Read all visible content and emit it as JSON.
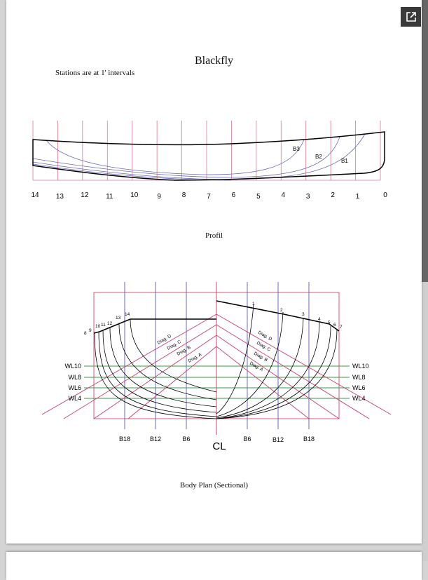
{
  "document": {
    "title": "Blackfly",
    "note": "Stations are at 1' intervals",
    "profile_caption": "Profil",
    "bodyplan_caption": "Body Plan (Sectional)"
  },
  "profile": {
    "stations": [
      "14",
      "13",
      "12",
      "11",
      "10",
      "9",
      "8",
      "7",
      "6",
      "5",
      "4",
      "3",
      "2",
      "1",
      "0"
    ],
    "buttocks": [
      "B3",
      "B2",
      "B1"
    ]
  },
  "bodyplan": {
    "left_stations": [
      "8",
      "9",
      "10",
      "11",
      "12",
      "13",
      "14"
    ],
    "right_stations": [
      "1",
      "2",
      "3",
      "4",
      "5",
      "6",
      "7"
    ],
    "waterlines": [
      "WL10",
      "WL8",
      "WL6",
      "WL4"
    ],
    "diagonals": [
      "Diag. D",
      "Diag. C",
      "Diag. B",
      "Diag. A"
    ],
    "buttocks_left": [
      "B18",
      "B12",
      "B6"
    ],
    "buttocks_right": [
      "B6",
      "B12",
      "B18"
    ],
    "centerline": "CL"
  },
  "viewer": {
    "popout_icon": "external-link-icon"
  },
  "colors": {
    "station": "#d04a6a",
    "buttock": "#5050b0",
    "waterline": "#3a9a4a",
    "hull": "#000000"
  }
}
